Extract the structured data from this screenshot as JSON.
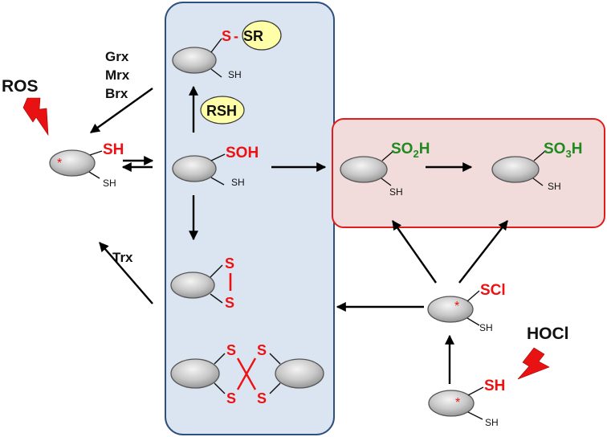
{
  "labels": {
    "ros": "ROS",
    "hocl": "HOCl",
    "grx": "Grx",
    "mrx": "Mrx",
    "brx": "Brx",
    "trx": "Trx",
    "rsh": "RSH",
    "star": "*",
    "sh_upper": "SH",
    "sh_lower": "SH",
    "s": "S",
    "dash": "-",
    "sr": "SR",
    "soh": "SOH",
    "so2h": {
      "base": "SO",
      "sub": "2",
      "tail": "H"
    },
    "so3h": {
      "base": "SO",
      "sub": "3",
      "tail": "H"
    },
    "scl": "SCl"
  },
  "colors": {
    "center_box_fill": "#dbe5f1",
    "center_box_stroke": "#2f4f7f",
    "right_box_fill": "#f2dcdb",
    "right_box_stroke": "#e21b1b",
    "red": "#ee1111",
    "green": "#1f8a1f",
    "bubble_fill": "#ffffa8",
    "lightning": "#e81212"
  },
  "icons": [
    "lightning-bolt-icon",
    "protein-ellipse-icon"
  ]
}
